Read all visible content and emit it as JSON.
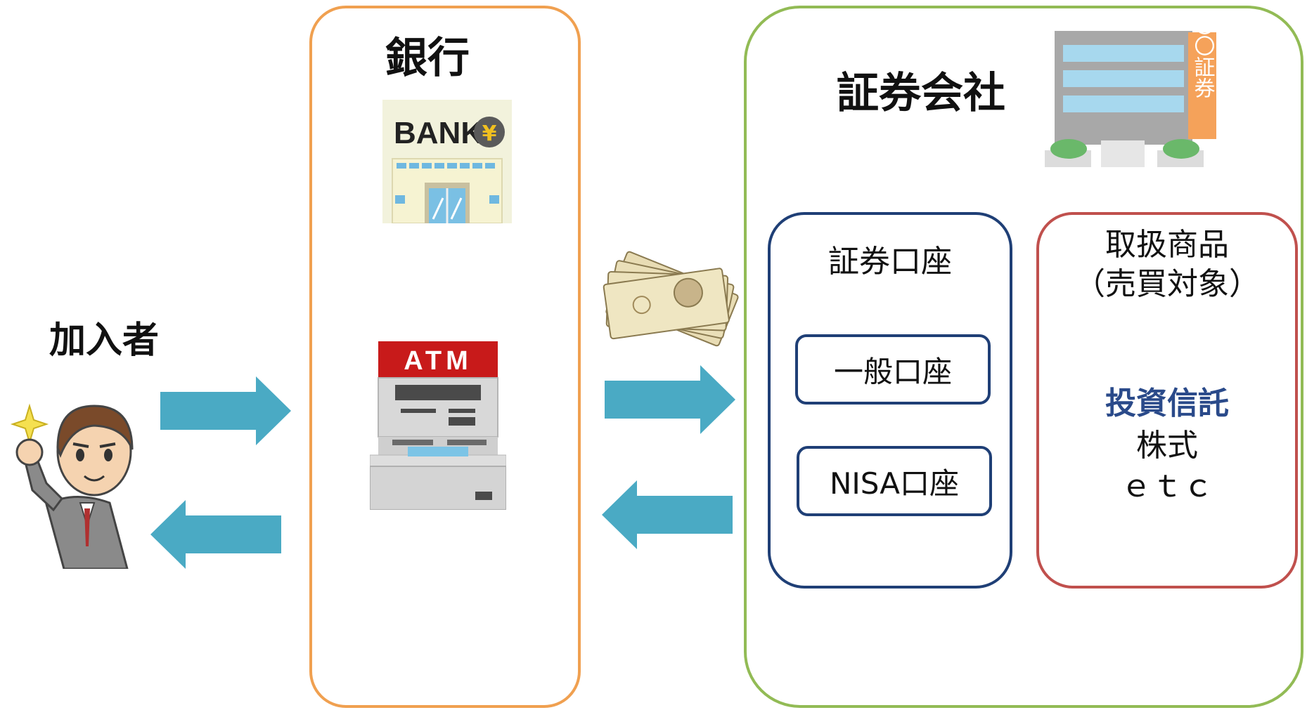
{
  "member": {
    "title": "加入者"
  },
  "bank": {
    "title": "銀行",
    "sign_text": "BANK",
    "atm_text": "ATM"
  },
  "securities": {
    "title": "証券会社",
    "building_sign": "〇〇証券",
    "account": {
      "title": "証券口座",
      "general": "一般口座",
      "nisa": "NISA口座"
    },
    "products": {
      "title_line1": "取扱商品",
      "title_line2": "（売買対象）",
      "item_highlight": "投資信託",
      "item_stock": "株式",
      "item_etc": "ｅｔｃ"
    }
  },
  "colors": {
    "arrow": "#4aaac4",
    "bank_border": "#f0a050",
    "securities_border": "#92bb55",
    "account_border": "#1f3f76",
    "products_border": "#c0504d",
    "highlight_text": "#2a4a8a"
  },
  "icons": [
    "person-icon",
    "bank-building-icon",
    "atm-icon",
    "cash-icon",
    "securities-building-icon",
    "arrow-right-icon",
    "arrow-left-icon"
  ]
}
